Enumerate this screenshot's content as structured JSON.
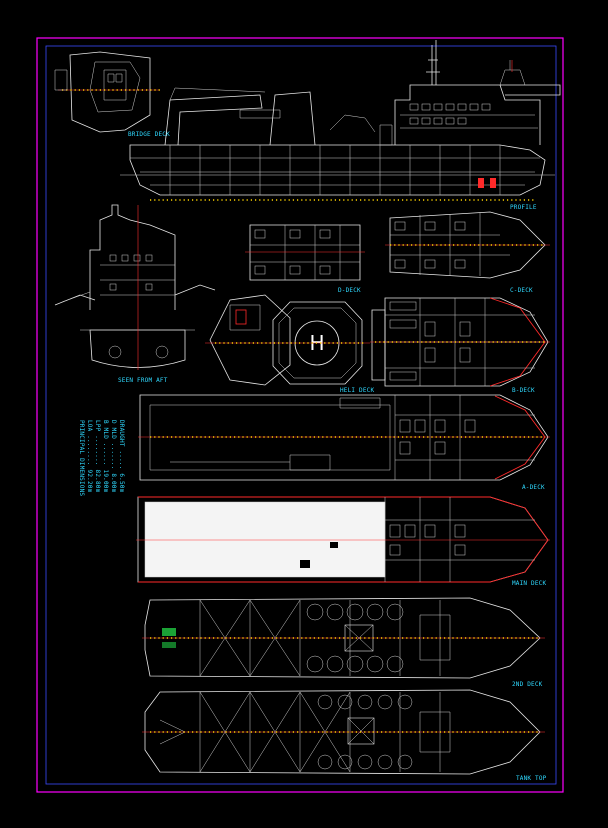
{
  "colors": {
    "background": "#000000",
    "frame_outer": "#ff00ff",
    "frame_inner": "#3a4aff",
    "label": "#2fd9ff",
    "centerline": "#ff3030",
    "linework": "#e8e8e8",
    "markers": "#ffd400",
    "accent_green": "#22cc44"
  },
  "labels": {
    "bridge_deck": "BRIDGE DECK",
    "profile": "PROFILE",
    "seen_from_aft": "SEEN FROM AFT",
    "heli_deck": "HELI DECK",
    "d_deck": "D-DECK",
    "c_deck": "C-DECK",
    "b_deck": "B-DECK",
    "a_deck": "A-DECK",
    "main_deck": "MAIN DECK",
    "second_deck": "2ND DECK",
    "tank_top": "TANK TOP",
    "helipad_mark": "H"
  },
  "side_notes": [
    "PRINCIPAL DIMENSIONS",
    "LOA ........ 92.20m",
    "LPP ........ 82.80m",
    "B MLD ...... 19.00m",
    "D MLD ....... 8.00m",
    "DRAUGHT ..... 6.50m"
  ]
}
